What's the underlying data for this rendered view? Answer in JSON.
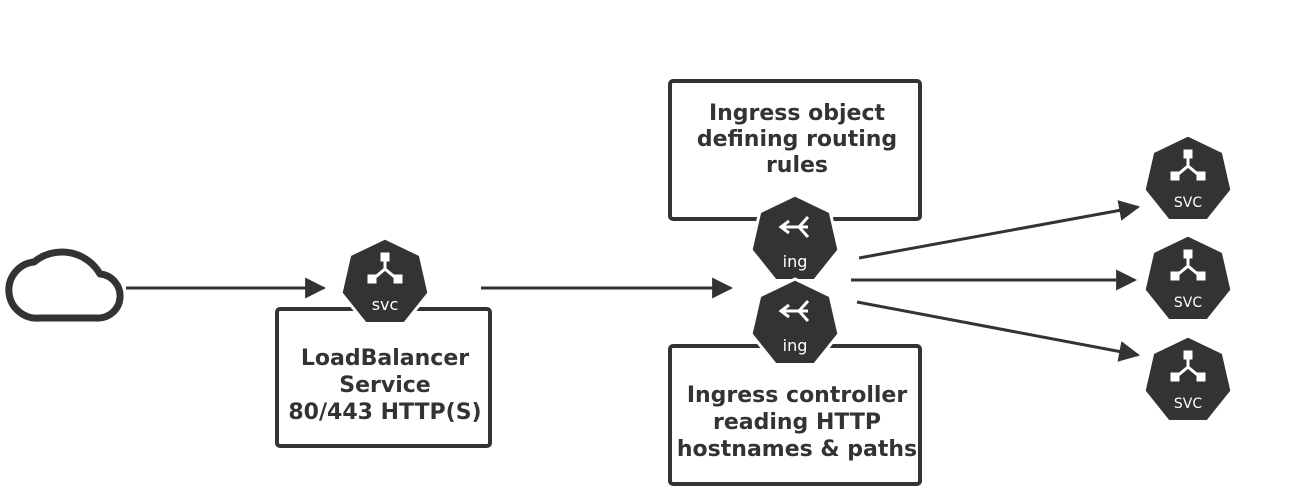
{
  "colors": {
    "stroke": "#333333",
    "badge_fill": "#333333",
    "badge_text": "#ffffff",
    "background": "#ffffff"
  },
  "internet": {
    "icon": "cloud-icon"
  },
  "load_balancer": {
    "badge_label": "svc",
    "lines": [
      "LoadBalancer",
      "Service",
      "80/443 HTTP(S)"
    ]
  },
  "ingress_object": {
    "badge_label": "ing",
    "lines": [
      "Ingress object",
      "defining routing",
      "rules"
    ]
  },
  "ingress_controller": {
    "badge_label": "ing",
    "lines": [
      "Ingress controller",
      "reading HTTP",
      "hostnames & paths"
    ]
  },
  "backend_services": [
    {
      "badge_label": "SVC"
    },
    {
      "badge_label": "SVC"
    },
    {
      "badge_label": "SVC"
    }
  ]
}
